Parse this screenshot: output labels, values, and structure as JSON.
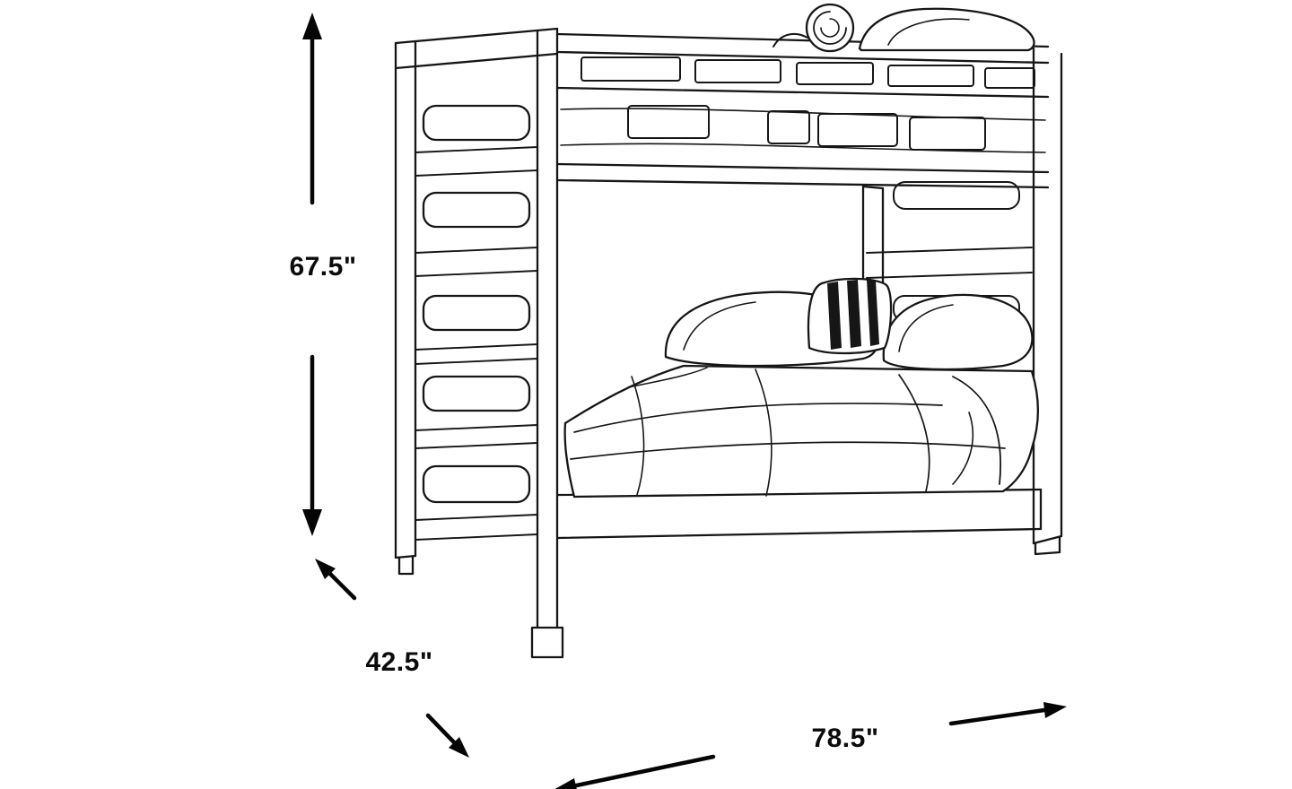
{
  "canvas": {
    "background_color": "#ffffff",
    "ink_color": "#161616"
  },
  "illustration": {
    "icon": "bunk-bed-line-drawing-icon",
    "style": "black and white sketch line art"
  },
  "dimensions": {
    "height_label": "67.5\"",
    "depth_label": "42.5\"",
    "width_label": "78.5\"",
    "height_arrow_icon": "double-headed-vertical-arrow-icon",
    "depth_arrow_icon": "double-headed-diagonal-arrow-icon",
    "width_arrow_icon": "double-headed-horizontal-arrow-icon"
  }
}
